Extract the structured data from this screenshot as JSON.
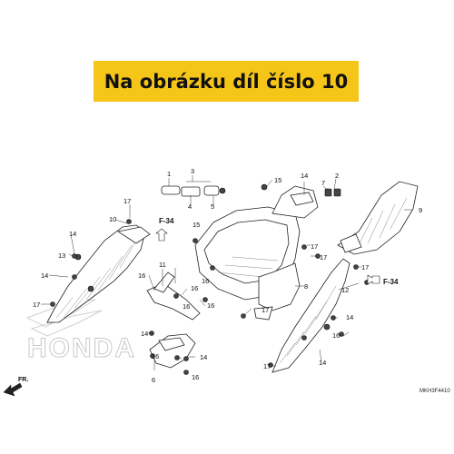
{
  "banner": {
    "text": "Na obrázku díl číslo 10"
  },
  "diagram": {
    "watermark": "HONDA",
    "direction": "FR.",
    "code": "MKH3F4410",
    "refs": {
      "f34": "F-34"
    },
    "labels": {
      "n1": "1",
      "n2": "2",
      "n3": "3",
      "n4": "4",
      "n5": "5",
      "n6": "6",
      "n7": "7",
      "n8": "8",
      "n9": "9",
      "n10": "10",
      "n11": "11",
      "n12": "12",
      "n13": "13",
      "n14": "14",
      "n15": "15",
      "n16": "16",
      "n17": "17"
    }
  }
}
